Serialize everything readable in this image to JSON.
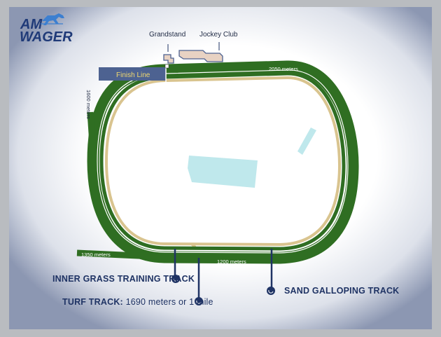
{
  "logo": {
    "line1": "AM",
    "line2": "WAGER"
  },
  "buildings": {
    "grandstand": "Grandstand",
    "jockey_club": "Jockey Club"
  },
  "finish_line": "Finish Line",
  "distance_markers": {
    "m2050": "2050 meters",
    "m1600": "1600 meters",
    "m1350": "1350 meters",
    "m1200": "1200 meters"
  },
  "legend": {
    "inner_grass": "INNER GRASS TRAINING TRACK",
    "turf_label": "TURF TRACK:",
    "turf_value": "1690 meters or 1 mile",
    "sand": "SAND GALLOPING TRACK"
  },
  "colors": {
    "turf": "#2f6e22",
    "sand": "#d9c48f",
    "infield": "#ffffff",
    "water": "#bfe8ec",
    "navy": "#1f3364",
    "finish_box": "#4d6291",
    "finish_text": "#f0d870",
    "building_fill": "#e8d2c3"
  }
}
